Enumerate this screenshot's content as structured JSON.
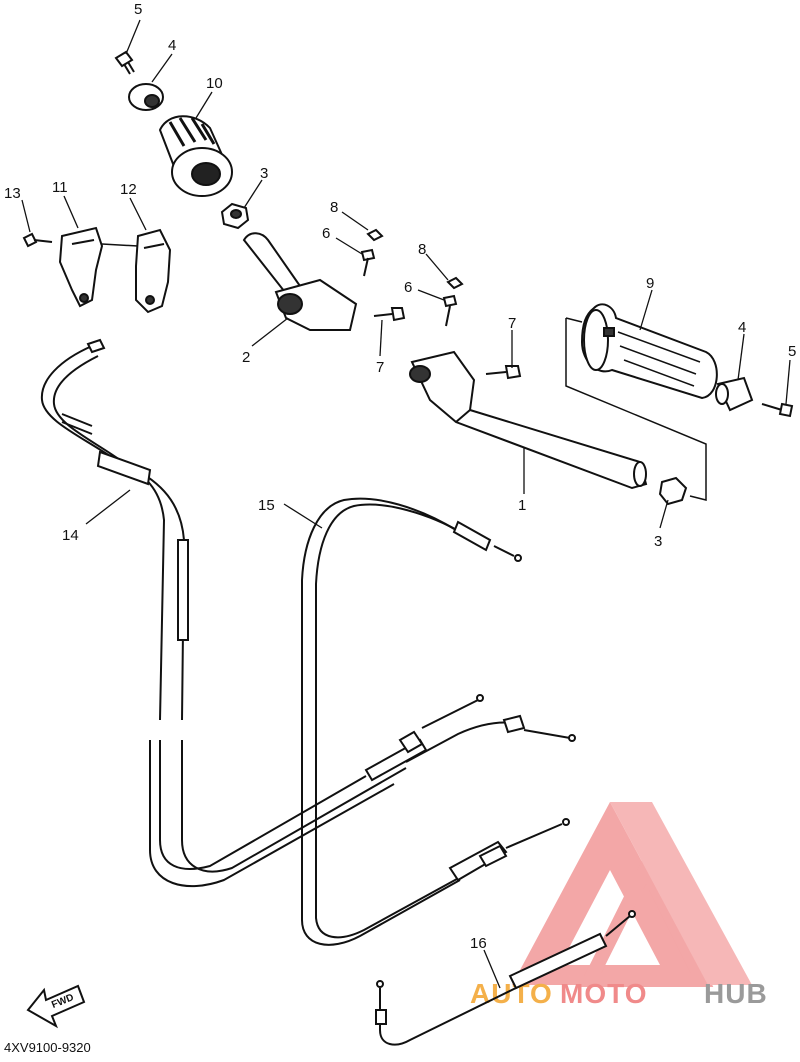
{
  "diagram": {
    "callouts": {
      "c5a": "5",
      "c4a": "4",
      "c10": "10",
      "c3a": "3",
      "c13": "13",
      "c11": "11",
      "c12": "12",
      "c8a": "8",
      "c6a": "6",
      "c8b": "8",
      "c6b": "6",
      "c9": "9",
      "c7a": "7",
      "c7b": "7",
      "c2": "2",
      "c4b": "4",
      "c5b": "5",
      "c1": "1",
      "c3b": "3",
      "c15": "15",
      "c14": "14",
      "c16": "16"
    },
    "part_code": "4XV9100-9320",
    "fwd_label": "FWD"
  },
  "watermark": {
    "word_a": "AUTO",
    "word_b": "MOTO",
    "word_c": "HUB",
    "colors": {
      "accent": "#f08a8a",
      "orange": "#f4b04a",
      "gray": "#9a9a9a"
    }
  }
}
